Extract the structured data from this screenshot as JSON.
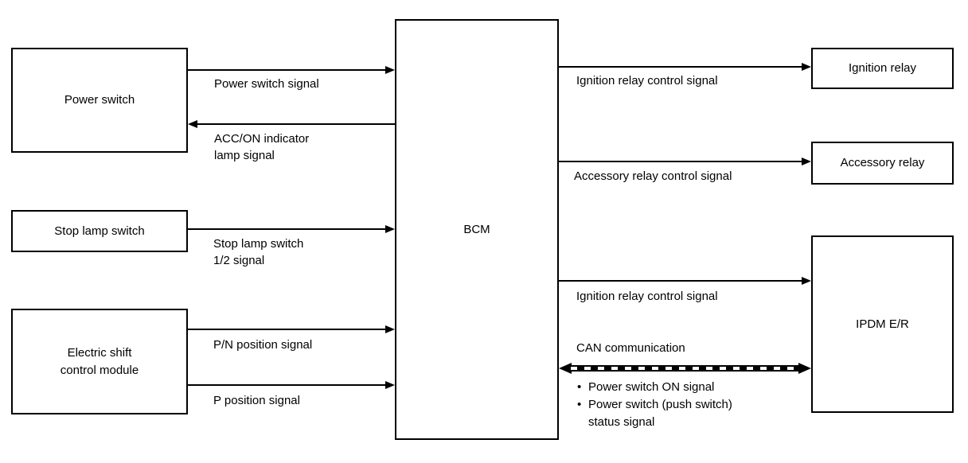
{
  "colors": {
    "background": "#ffffff",
    "line": "#000000",
    "text": "#000000"
  },
  "diagram": {
    "nodes": {
      "power_switch": {
        "label": "Power switch"
      },
      "stop_lamp_switch": {
        "label": "Stop lamp switch"
      },
      "electric_shift_control_module": {
        "label": "Electric shift\ncontrol module"
      },
      "bcm": {
        "label": "BCM"
      },
      "ignition_relay": {
        "label": "Ignition relay"
      },
      "accessory_relay": {
        "label": "Accessory relay"
      },
      "ipdm_er": {
        "label": "IPDM E/R"
      }
    },
    "edges": {
      "power_switch_signal": {
        "label": "Power switch signal",
        "from": "power_switch",
        "to": "bcm",
        "direction": "right"
      },
      "acc_on_indicator_lamp_signal": {
        "label": "ACC/ON indicator\nlamp signal",
        "from": "bcm",
        "to": "power_switch",
        "direction": "left"
      },
      "stop_lamp_switch_signal": {
        "label": "Stop lamp switch\n1/2 signal",
        "from": "stop_lamp_switch",
        "to": "bcm",
        "direction": "right"
      },
      "pn_position_signal": {
        "label": "P/N position signal",
        "from": "electric_shift_control_module",
        "to": "bcm",
        "direction": "right"
      },
      "p_position_signal": {
        "label": "P position signal",
        "from": "electric_shift_control_module",
        "to": "bcm",
        "direction": "right"
      },
      "ignition_relay_control_signal_1": {
        "label": "Ignition relay control signal",
        "from": "bcm",
        "to": "ignition_relay",
        "direction": "right"
      },
      "accessory_relay_control_signal": {
        "label": "Accessory relay control signal",
        "from": "bcm",
        "to": "accessory_relay",
        "direction": "right"
      },
      "ignition_relay_control_signal_2": {
        "label": "Ignition relay control signal",
        "from": "bcm",
        "to": "ipdm_er",
        "direction": "right"
      },
      "can_communication": {
        "label": "CAN communication",
        "from": "bcm",
        "to": "ipdm_er",
        "direction": "both",
        "bullet_char": "•",
        "bullets": [
          "Power switch ON signal",
          "Power switch (push switch)\nstatus signal"
        ]
      }
    }
  }
}
